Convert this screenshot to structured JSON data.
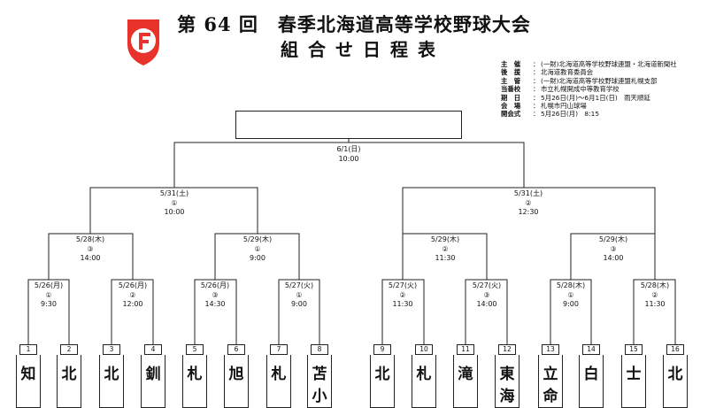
{
  "title": {
    "main": "第 64 回　春季北海道高等学校野球大会",
    "sub": "組合せ日程表"
  },
  "info": [
    {
      "label": "主　催",
      "value": "(一財)北海道高等学校野球連盟・北海道新聞社"
    },
    {
      "label": "後　援",
      "value": "北海道教育委員会"
    },
    {
      "label": "主　管",
      "value": "(一財)北海道高等学校野球連盟札幌支部"
    },
    {
      "label": "当番校",
      "value": "市立札幌開成中等教育学校"
    },
    {
      "label": "期　日",
      "value": "5月26日(月)～6月1日(日)　雨天順延"
    },
    {
      "label": "会　場",
      "value": "札幌市円山球場"
    },
    {
      "label": "開会式",
      "value": "5月26日(月)　8:15"
    }
  ],
  "final": {
    "date": "6/1(日)",
    "time": "10:00"
  },
  "semis": [
    {
      "date": "5/31(土)",
      "no": "①",
      "time": "10:00"
    },
    {
      "date": "5/31(土)",
      "no": "②",
      "time": "12:30"
    }
  ],
  "quarters": [
    {
      "date": "5/28(木)",
      "no": "③",
      "time": "14:00"
    },
    {
      "date": "5/29(木)",
      "no": "①",
      "time": "9:00"
    },
    {
      "date": "5/29(木)",
      "no": "②",
      "time": "11:30"
    },
    {
      "date": "5/29(木)",
      "no": "③",
      "time": "14:00"
    }
  ],
  "round1": [
    {
      "date": "5/26(月)",
      "no": "①",
      "time": "9:30"
    },
    {
      "date": "5/26(月)",
      "no": "②",
      "time": "12:00"
    },
    {
      "date": "5/26(月)",
      "no": "③",
      "time": "14:30"
    },
    {
      "date": "5/27(火)",
      "no": "①",
      "time": "9:00"
    },
    {
      "date": "5/27(火)",
      "no": "②",
      "time": "11:30"
    },
    {
      "date": "5/27(火)",
      "no": "③",
      "time": "14:00"
    },
    {
      "date": "5/28(木)",
      "no": "①",
      "time": "9:00"
    },
    {
      "date": "5/28(木)",
      "no": "②",
      "time": "11:30"
    }
  ],
  "slots": [
    {
      "no": "1",
      "team": "知"
    },
    {
      "no": "2",
      "team": "北"
    },
    {
      "no": "3",
      "team": "北"
    },
    {
      "no": "4",
      "team": "釧"
    },
    {
      "no": "5",
      "team": "札"
    },
    {
      "no": "6",
      "team": "旭"
    },
    {
      "no": "7",
      "team": "札"
    },
    {
      "no": "8",
      "team": "苫小"
    },
    {
      "no": "9",
      "team": "北"
    },
    {
      "no": "10",
      "team": "札"
    },
    {
      "no": "11",
      "team": "滝"
    },
    {
      "no": "12",
      "team": "東海"
    },
    {
      "no": "13",
      "team": "立命"
    },
    {
      "no": "14",
      "team": "白"
    },
    {
      "no": "15",
      "team": "士"
    },
    {
      "no": "16",
      "team": "北"
    }
  ],
  "logo": {
    "icon": "hokkaido-koyaren-logo",
    "color": "#e8322b"
  }
}
